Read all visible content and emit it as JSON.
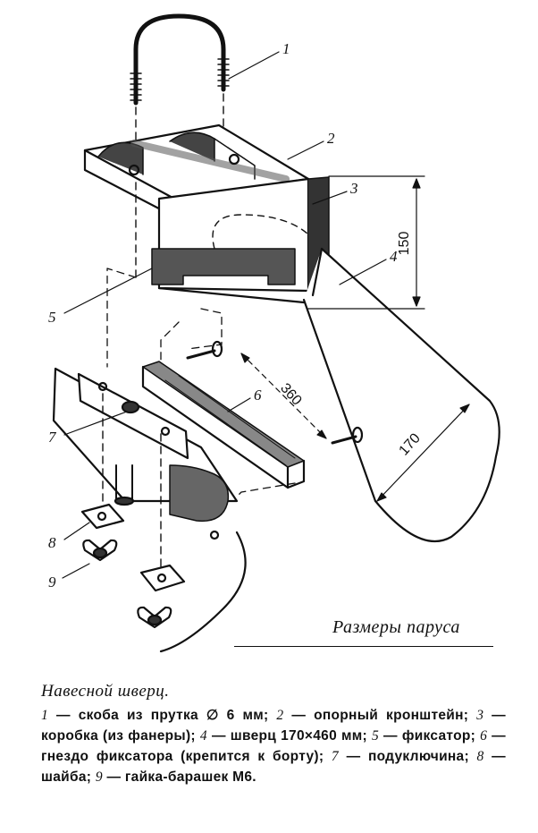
{
  "figure": {
    "callouts": [
      "1",
      "2",
      "3",
      "4",
      "5",
      "6",
      "7",
      "8",
      "9"
    ],
    "dimensions": {
      "height": "150",
      "length": "360",
      "width": "170"
    },
    "sail_caption": "Размеры паруса"
  },
  "caption": {
    "title": "Навесной шверц.",
    "items": [
      {
        "num": "1",
        "text": " — скоба из прутка ∅ 6 мм; "
      },
      {
        "num": "2",
        "text": " — опорный кронштейн; "
      },
      {
        "num": "3",
        "text": " — коробка (из фанеры); "
      },
      {
        "num": "4",
        "text": " — шверц 170×460 мм; "
      },
      {
        "num": "5",
        "text": " — фиксатор; "
      },
      {
        "num": "6",
        "text": " — гнездо фиксатора (крепится к борту); "
      },
      {
        "num": "7",
        "text": " — подуключина; "
      },
      {
        "num": "8",
        "text": " — шайба; "
      },
      {
        "num": "9",
        "text": " — гайка-барашек М6."
      }
    ]
  }
}
